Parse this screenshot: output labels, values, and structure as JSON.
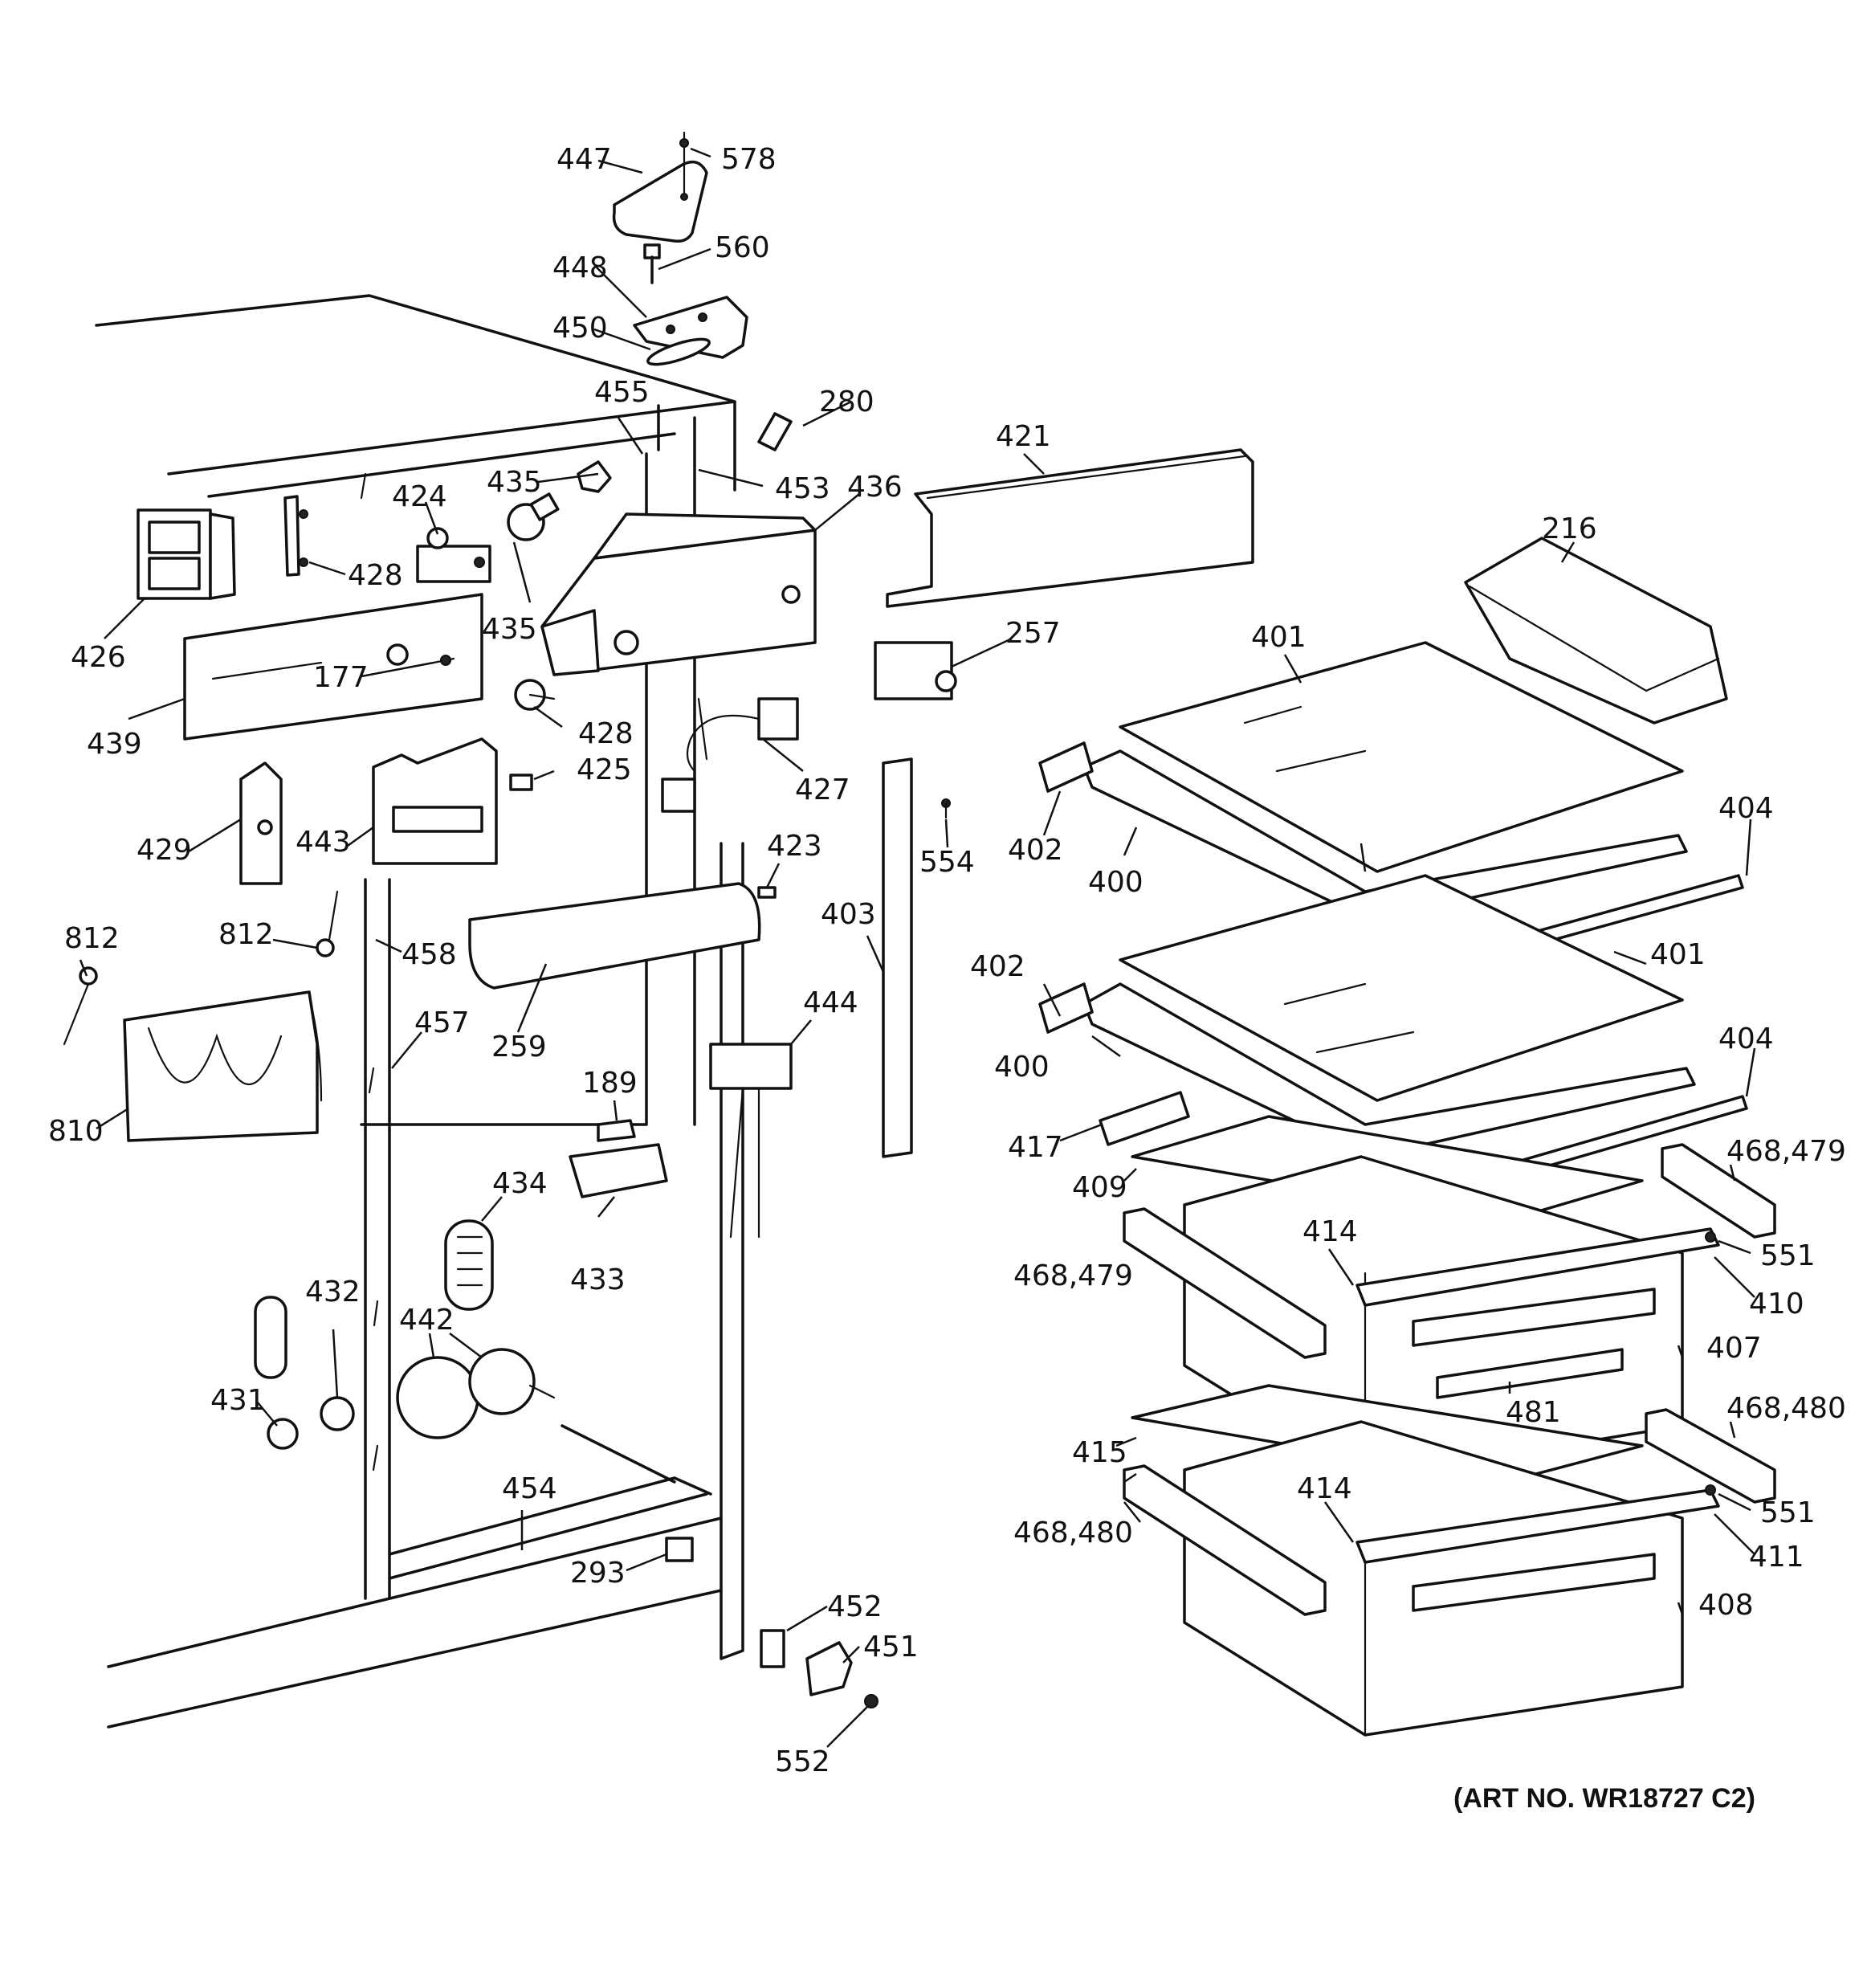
{
  "diagram": {
    "art_number": "(ART NO. WR18727 C2)",
    "callouts": {
      "c447": "447",
      "c578": "578",
      "c560": "560",
      "c448": "448",
      "c450": "450",
      "c455": "455",
      "c280": "280",
      "c453": "453",
      "c436": "436",
      "c421": "421",
      "c424": "424",
      "c435a": "435",
      "c435b": "435",
      "c428a": "428",
      "c428b": "428",
      "c426": "426",
      "c177": "177",
      "c439": "439",
      "c425": "425",
      "c427": "427",
      "c257": "257",
      "c216": "216",
      "c401a": "401",
      "c401b": "401",
      "c429": "429",
      "c443": "443",
      "c423": "423",
      "c554": "554",
      "c403": "403",
      "c402a": "402",
      "c402b": "402",
      "c400a": "400",
      "c400b": "400",
      "c404a": "404",
      "c404b": "404",
      "c812a": "812",
      "c812b": "812",
      "c458": "458",
      "c457": "457",
      "c259": "259",
      "c444": "444",
      "c810": "810",
      "c189": "189",
      "c417": "417",
      "c409": "409",
      "c468_479a": "468,479",
      "c468_479b": "468,479",
      "c551a": "551",
      "c551b": "551",
      "c434": "434",
      "c414a": "414",
      "c414b": "414",
      "c410": "410",
      "c433": "433",
      "c432": "432",
      "c442": "442",
      "c407": "407",
      "c481": "481",
      "c431": "431",
      "c415": "415",
      "c468_480a": "468,480",
      "c468_480b": "468,480",
      "c454": "454",
      "c411": "411",
      "c293": "293",
      "c408": "408",
      "c452": "452",
      "c451": "451",
      "c552": "552"
    }
  }
}
